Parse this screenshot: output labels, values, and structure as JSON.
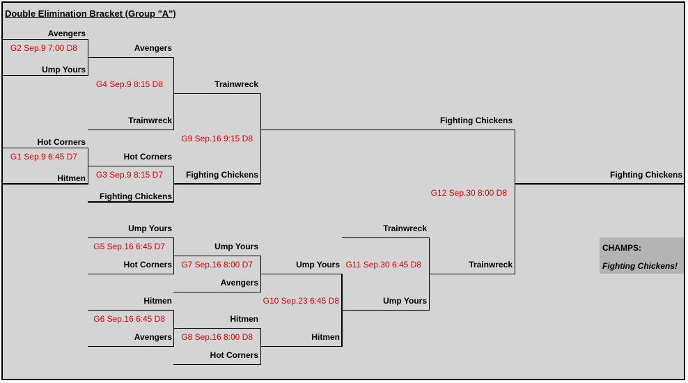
{
  "title": "Double Elimination Bracket (Group \"A\")",
  "teams": {
    "t_avengers_g2": "Avengers",
    "t_ump_g2": "Ump Yours",
    "t_hot_g1": "Hot Corners",
    "t_hitmen_g1": "Hitmen",
    "t_avengers_g4": "Avengers",
    "t_trainwreck_g4": "Trainwreck",
    "t_hot_g3": "Hot Corners",
    "t_chickens_g3": "Fighting Chickens",
    "t_trainwreck_g9": "Trainwreck",
    "t_chickens_g9": "Fighting Chickens",
    "t_chickens_g12": "Fighting Chickens",
    "t_chickens_final": "Fighting Chickens",
    "t_ump_g5": "Ump Yours",
    "t_hot_g5": "Hot Corners",
    "t_hitmen_g6": "Hitmen",
    "t_avengers_g6": "Avengers",
    "t_ump_g7": "Ump Yours",
    "t_avengers_g7": "Avengers",
    "t_hitmen_g8": "Hitmen",
    "t_hot_g8": "Hot Corners",
    "t_ump_g10": "Ump Yours",
    "t_hitmen_g10": "Hitmen",
    "t_trainwreck_g11": "Trainwreck",
    "t_ump_g11": "Ump Yours",
    "t_trainwreck_g12": "Trainwreck"
  },
  "games": {
    "g1": "G1 Sep.9 6:45 D7",
    "g2": "G2 Sep.9 7:00 D8",
    "g3": "G3 Sep.9 8:15 D7",
    "g4": "G4 Sep.9 8:15 D8",
    "g5": "G5 Sep.16 6:45 D7",
    "g6": "G6 Sep.16 6:45 D8",
    "g7": "G7 Sep.16 8:00 D7",
    "g8": "G8 Sep.16 8:00 D8",
    "g9": "G9 Sep.16 9:15 D8",
    "g10": "G10 Sep.23 6:45 D8",
    "g11": "G11 Sep.30 6:45 D8",
    "g12": "G12 Sep.30 8:00 D8"
  },
  "champion": {
    "label": "CHAMPS:",
    "name": "Fighting Chickens!"
  }
}
